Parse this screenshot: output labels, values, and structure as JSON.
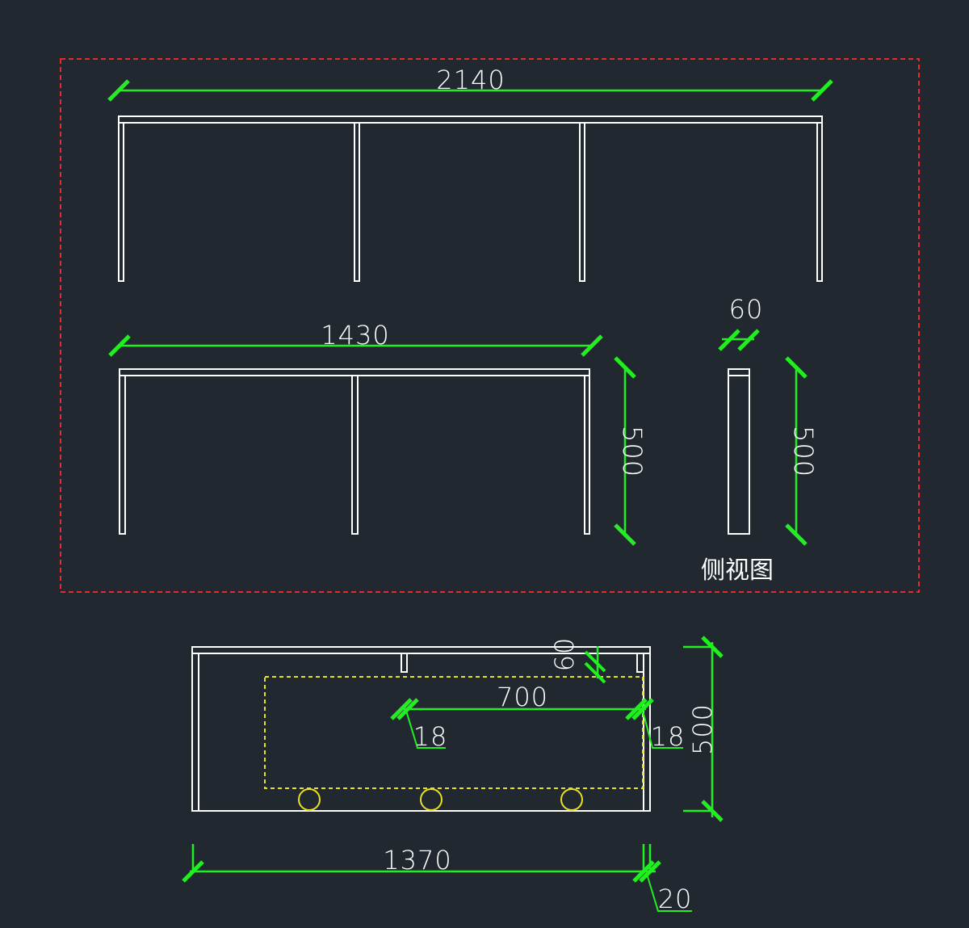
{
  "colors": {
    "background": "#212830",
    "outline": "#ffffff",
    "dimension": "#22ee22",
    "frame": "#e52b2b",
    "hidden_line": "#e8e020",
    "text": "#ffffff"
  },
  "dimensions": {
    "top_width": "2140",
    "middle_width": "1430",
    "middle_height": "500",
    "side_width": "60",
    "side_height": "500",
    "bottom_depth_small": "60",
    "bottom_inner_width": "700",
    "bottom_left_offset": "18",
    "bottom_right_offset": "18",
    "bottom_height": "500",
    "bottom_width": "1370",
    "bottom_edge": "20"
  },
  "labels": {
    "side_view": "侧视图"
  }
}
